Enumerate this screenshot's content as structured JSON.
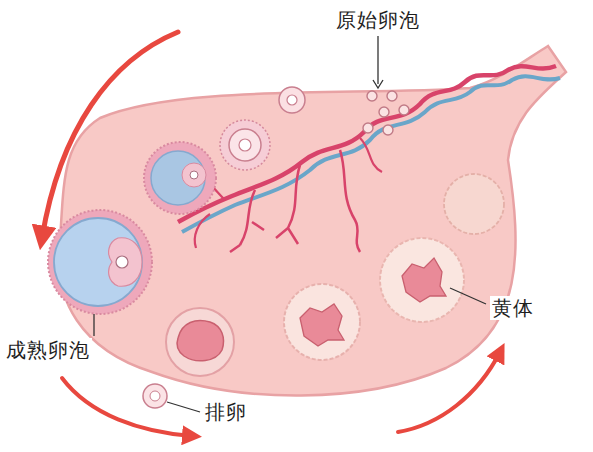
{
  "diagram": {
    "labels": [
      "原始卵泡",
      "黄体",
      "成熟卵泡",
      "排卵"
    ]
  }
}
